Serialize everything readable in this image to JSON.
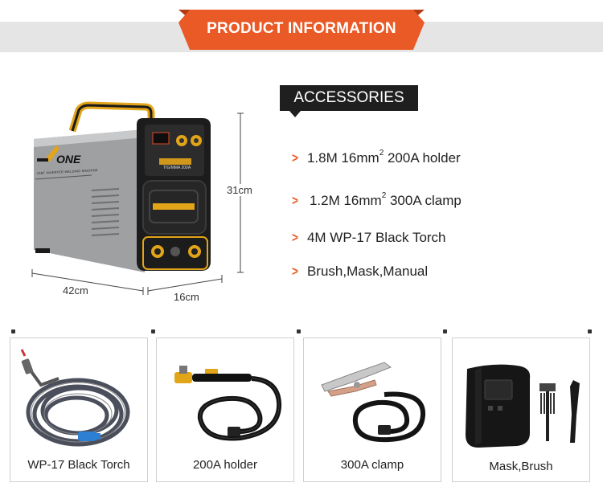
{
  "header": {
    "title": "PRODUCT INFORMATION"
  },
  "brand": {
    "logo_text": "ONE",
    "panel_text": "IGBT INVERTER WELDING MACHINE",
    "model_text": "TIG/MMA 200A"
  },
  "accessories": {
    "title": "ACCESSORIES",
    "items": [
      {
        "prefix": "1.8M 16mm",
        "sup": "2",
        "suffix": " 200A holder"
      },
      {
        "prefix": "1.2M 16mm",
        "sup": "2",
        "suffix": " 300A clamp"
      },
      {
        "prefix": "4M WP-17 Black Torch",
        "sup": "",
        "suffix": ""
      },
      {
        "prefix": "Brush,Mask,Manual",
        "sup": "",
        "suffix": ""
      }
    ]
  },
  "dimensions": {
    "height": "31cm",
    "length": "42cm",
    "width": "16cm"
  },
  "products": [
    {
      "caption": "WP-17 Black Torch"
    },
    {
      "caption": "200A holder"
    },
    {
      "caption": "300A clamp"
    },
    {
      "caption": "Mask,Brush"
    }
  ],
  "colors": {
    "accent": "#ea5a26",
    "banner": "#ea5a26",
    "dark": "#1f1f1f",
    "gold": "#e2a418"
  }
}
